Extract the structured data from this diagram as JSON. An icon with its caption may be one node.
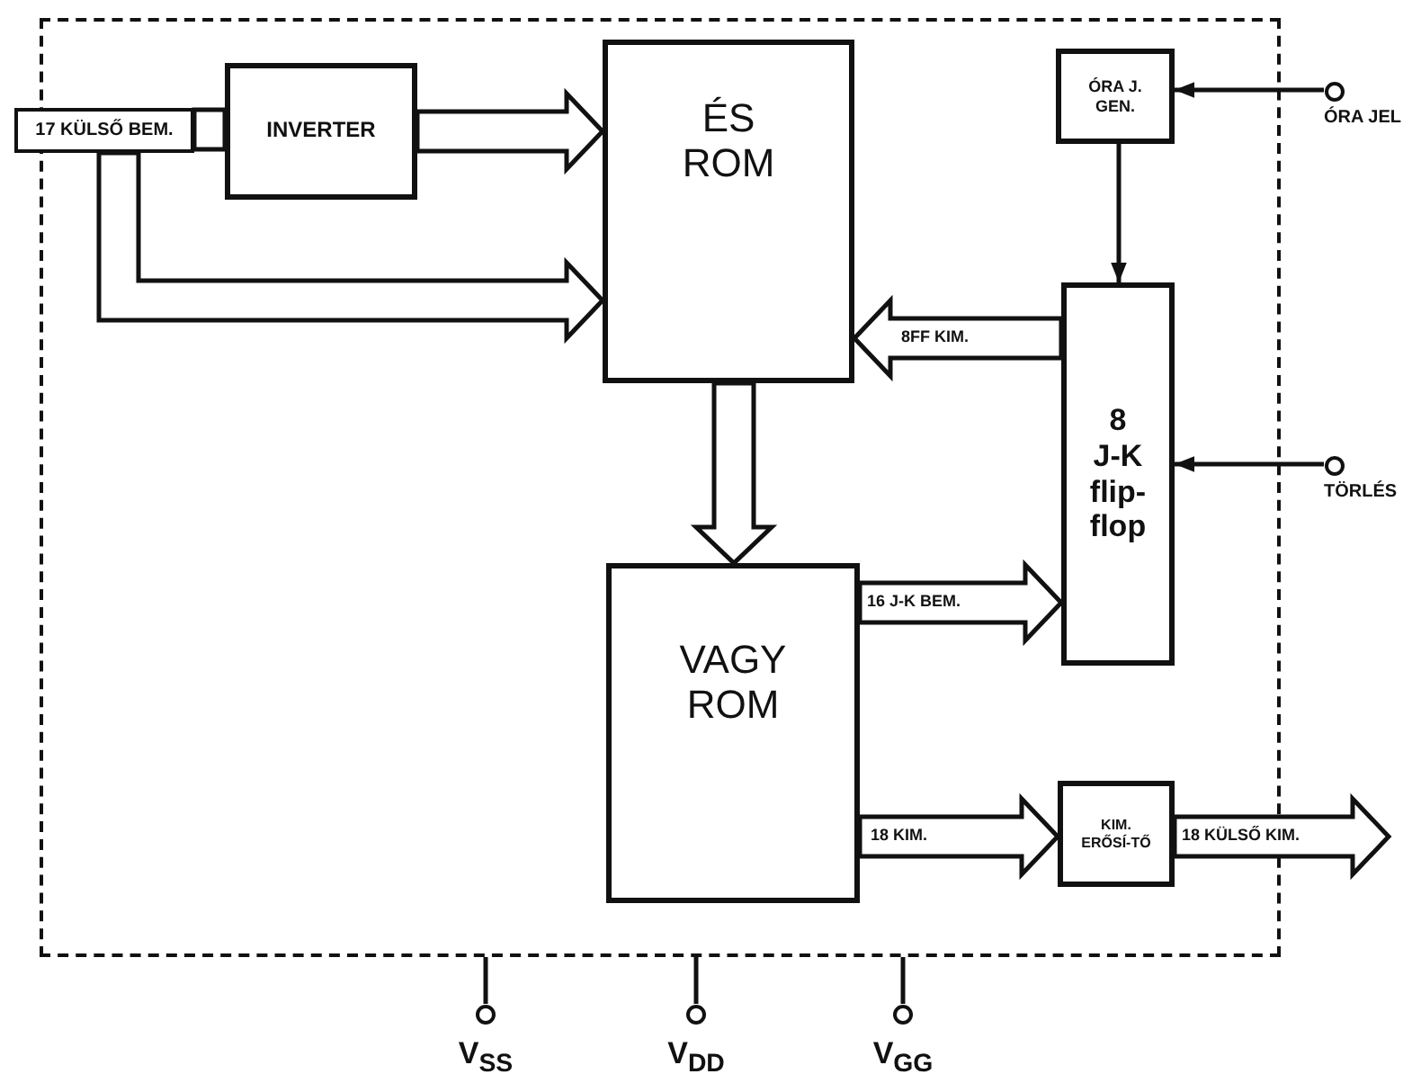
{
  "diagram": {
    "nodes": [
      {
        "text": [],
        "shape": "box"
      },
      {
        "text": [
          "17 KÜLSŐ BEM."
        ]
      },
      {
        "text": [
          "INVERTER"
        ],
        "in": 0
      },
      {
        "text": [
          "ÉS ROM"
        ],
        "in": 0
      },
      {
        "text": [
          "ÓRA J. GEN."
        ],
        "in": 0
      },
      {
        "text": [
          "8 J-K flip-flop"
        ],
        "in": 0
      },
      {
        "text": [
          "VAGY ROM"
        ],
        "in": 0
      },
      {
        "text": [
          "KIM. ERŐSÍ-TŐ"
        ],
        "in": 0
      },
      {
        "text": [
          "ÓRA JEL"
        ]
      },
      {
        "text": [
          "TÖRLÉS"
        ]
      },
      {
        "text": [
          "V$_{SS}$"
        ]
      },
      {
        "text": [
          "V$_{DD}$"
        ]
      },
      {
        "text": [
          "V$_{GG}$"
        ]
      }
    ],
    "edges": [
      {
        "from": 1,
        "to": 2,
        "arrow": "none",
        "style": "thick"
      },
      {
        "from": 2,
        "to": 3,
        "arrow": "to",
        "style": "thick"
      },
      {
        "from": 1,
        "to": 3,
        "arrow": "to",
        "style": "thick"
      },
      {
        "from": 5,
        "to": 3,
        "arrow": "to",
        "style": "thick",
        "label": "8FF KIM."
      },
      {
        "from": 3,
        "to": 6,
        "arrow": "to",
        "style": "thick"
      },
      {
        "from": 6,
        "to": 5,
        "arrow": "to",
        "style": "thick",
        "label": "16 J-K BEM."
      },
      {
        "from": 6,
        "to": 7,
        "arrow": "to",
        "style": "thick",
        "label": "18 KIM."
      },
      {
        "from": 7,
        "to": null,
        "arrow": "to",
        "style": "thick",
        "label": "18 KÜLSŐ KIM."
      },
      {
        "from": 8,
        "to": 4,
        "arrow": "to"
      },
      {
        "from": 4,
        "to": 5,
        "arrow": "to"
      },
      {
        "from": 9,
        "to": 5,
        "arrow": "to"
      },
      {
        "from": 0,
        "to": 10,
        "arrow": "none"
      },
      {
        "from": 0,
        "to": 11,
        "arrow": "none"
      },
      {
        "from": 0,
        "to": 12,
        "arrow": "none"
      }
    ]
  }
}
